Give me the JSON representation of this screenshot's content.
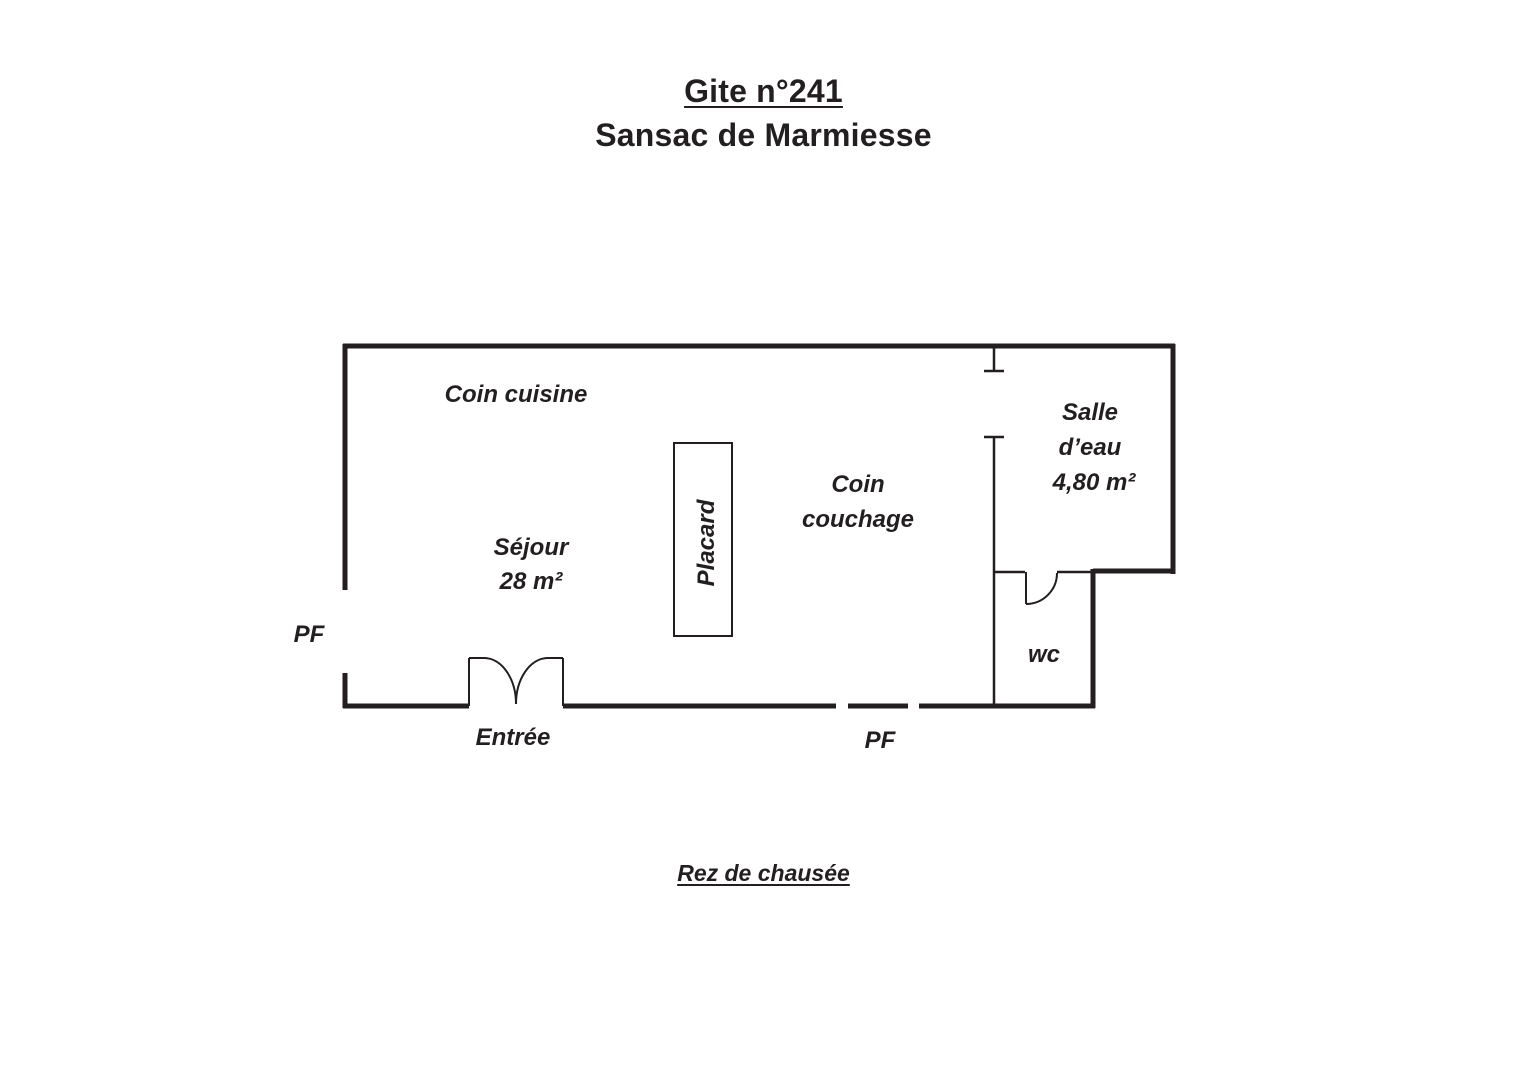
{
  "title": {
    "line1": "Gite n°241",
    "line2": "Sansac de Marmiesse"
  },
  "rooms": {
    "coin_cuisine": "Coin cuisine",
    "sejour_name": "Séjour",
    "sejour_area": "28 m²",
    "placard": "Placard",
    "coin_couchage_1": "Coin",
    "coin_couchage_2": "couchage",
    "salle_deau_1": "Salle",
    "salle_deau_2": "d’eau",
    "salle_deau_area": "4,80 m²",
    "wc": "wc"
  },
  "openings": {
    "pf_left": "PF",
    "pf_bottom": "PF",
    "entree": "Entrée"
  },
  "footer": "Rez de chausée",
  "colors": {
    "ink": "#231f20",
    "background": "#ffffff"
  }
}
